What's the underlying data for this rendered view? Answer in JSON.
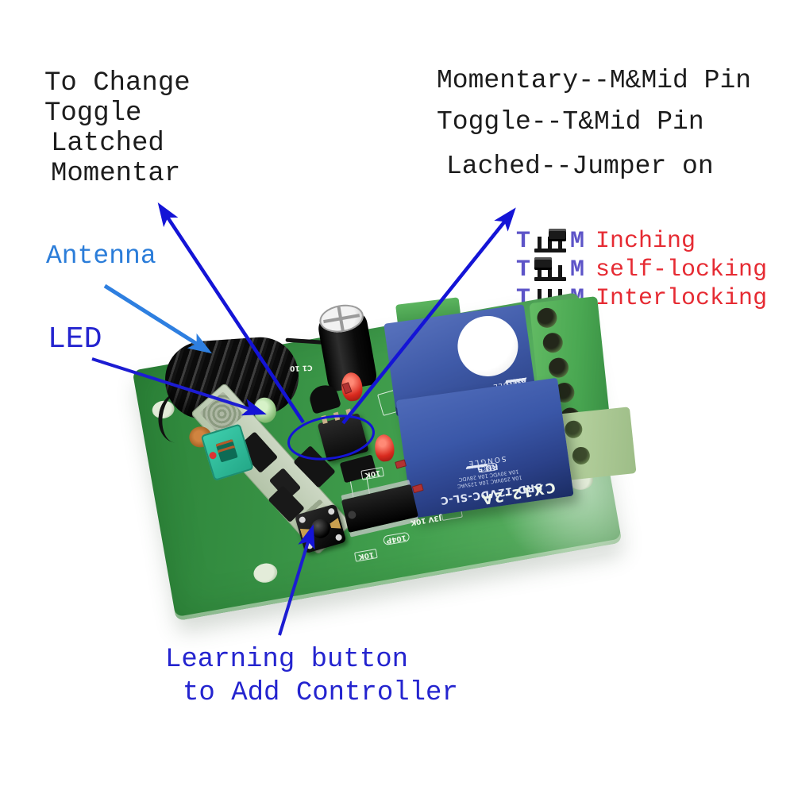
{
  "annotations": {
    "change_modes": {
      "line1": "To Change",
      "line2": "Toggle",
      "line3": "Latched",
      "line4": "Momentar"
    },
    "pin_instructions": {
      "line1": "Momentary--M&Mid Pin",
      "line2": "Toggle--T&Mid Pin",
      "line3": "Lached--Jumper on"
    },
    "jumper_legend": {
      "rows": [
        {
          "t": "T",
          "m": "M",
          "label": "Inching",
          "cap": "right"
        },
        {
          "t": "T",
          "m": "M",
          "label": "self-locking",
          "cap": "left"
        },
        {
          "t": "T",
          "m": "M",
          "label": "Interlocking",
          "cap": "none"
        }
      ]
    },
    "antenna": "Antenna",
    "led": "LED",
    "learning": {
      "line1": "Learning button",
      "line2": "to Add Controller"
    }
  },
  "board": {
    "model_silkscreen": "CX12-2A",
    "relay": {
      "brand": "SONGLE",
      "model": "SRD-12VDC-SL-C",
      "ratings1": "10A 250VAC  10A 125VAC",
      "ratings2": "10A 30VDC   10A 28VDC",
      "ul_mark": "RU 5",
      "cert": "CQC"
    },
    "silkscreen": {
      "cap_label": "C1 10",
      "res1": "10K",
      "res2": "104P",
      "res3": "J3V 10K",
      "res4": "10K"
    }
  },
  "colors": {
    "annotation_black": "#1c1c1c",
    "arrow_blue_dark": "#1414d6",
    "arrow_blue_light": "#2e7fe0",
    "label_red": "#e62b33",
    "label_purple": "#5d54c8",
    "pcb_green": "#3f9d4b",
    "relay_blue": "#3b57a5",
    "terminal_green": "#4fae55"
  }
}
